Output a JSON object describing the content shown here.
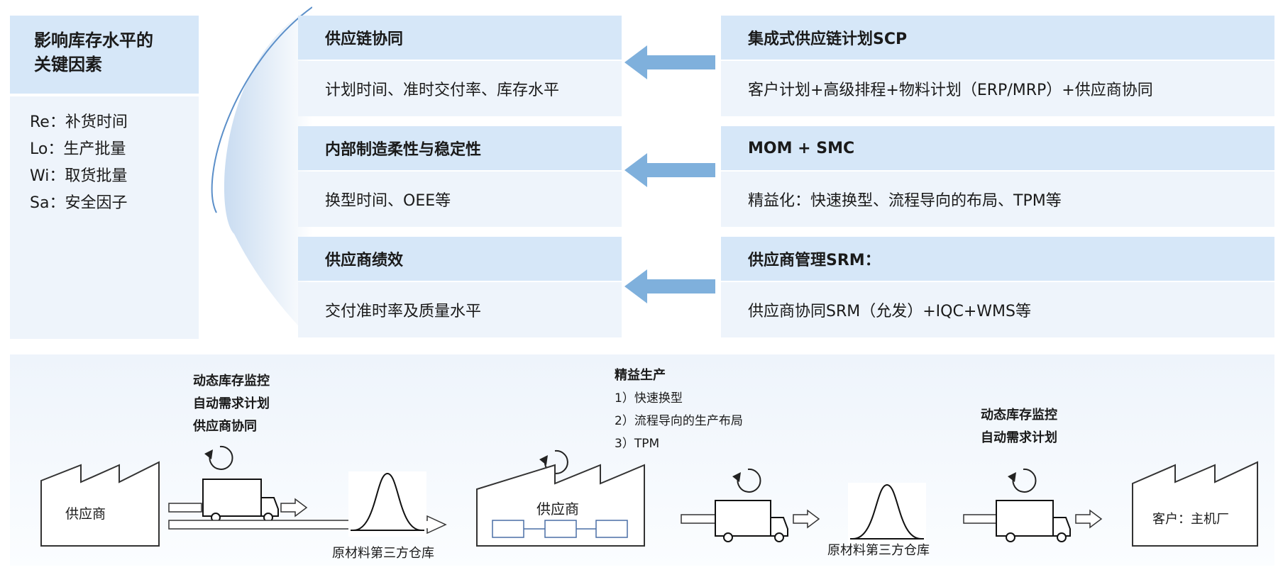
{
  "factors": {
    "title_line1": "影响库存水平的",
    "title_line2": "关键因素",
    "items": [
      "Re：补货时间",
      "Lo：生产批量",
      "Wi：取货批量",
      "Sa：安全因子"
    ]
  },
  "left_cards": [
    {
      "title": "供应链协同",
      "body": "计划时间、准时交付率、库存水平"
    },
    {
      "title": "内部制造柔性与稳定性",
      "body": "换型时间、OEE等"
    },
    {
      "title": "供应商绩效",
      "body": "交付准时率及质量水平"
    }
  ],
  "right_cards": [
    {
      "title": "集成式供应链计划SCP",
      "body": "客户计划+高级排程+物料计划（ERP/MRP）+供应商协同"
    },
    {
      "title": "MOM + SMC",
      "body": "精益化：快速换型、流程导向的布局、TPM等"
    },
    {
      "title": "供应商管理SRM：",
      "body": "供应商协同SRM（允发）+IQC+WMS等"
    }
  ],
  "flow": {
    "left_labels": [
      "动态库存监控",
      "自动需求计划",
      "供应商协同"
    ],
    "lean_title": "精益生产",
    "lean_items": [
      "1）快速换型",
      "2）流程导向的生产布局",
      "3）TPM"
    ],
    "right_labels": [
      "动态库存监控",
      "自动需求计划"
    ],
    "supplier_label": "供应商",
    "factory_label": "供应商",
    "customer_label": "客户：主机厂",
    "warehouse1_label": "原材料第三方仓库",
    "warehouse2_label": "原材料第三方仓库"
  },
  "colors": {
    "header_fill": "#d6e7f8",
    "body_fill": "#eef4fb",
    "arrow": "#7fb0dc",
    "curve": "#5b8fc9"
  }
}
